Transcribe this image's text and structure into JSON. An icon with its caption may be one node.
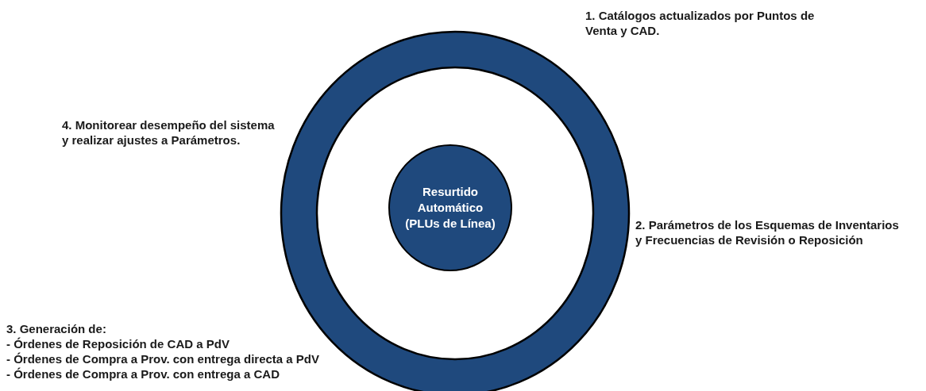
{
  "diagram": {
    "nodes": [
      {
        "text": [],
        "shape": "circle"
      },
      {
        "text": [
          "Resurtido Automático (PLUs de Línea)"
        ],
        "in": 0
      }
    ],
    "labels": [
      "1. Catálogos actualizados por Puntos de Venta y CAD.",
      "4. Monitorear desempeño del sistema y realizar ajustes a Parámetros.",
      "2. Parámetros de los Esquemas de Inventarios y Frecuencias de Revisión o Reposición",
      "3. Generación de:",
      "- Órdenes de Reposición de CAD a PdV",
      "- Órdenes de Compra a Prov. con entrega directa a PdV",
      "- Órdenes de Compra a Prov. con entrega a CAD"
    ]
  }
}
